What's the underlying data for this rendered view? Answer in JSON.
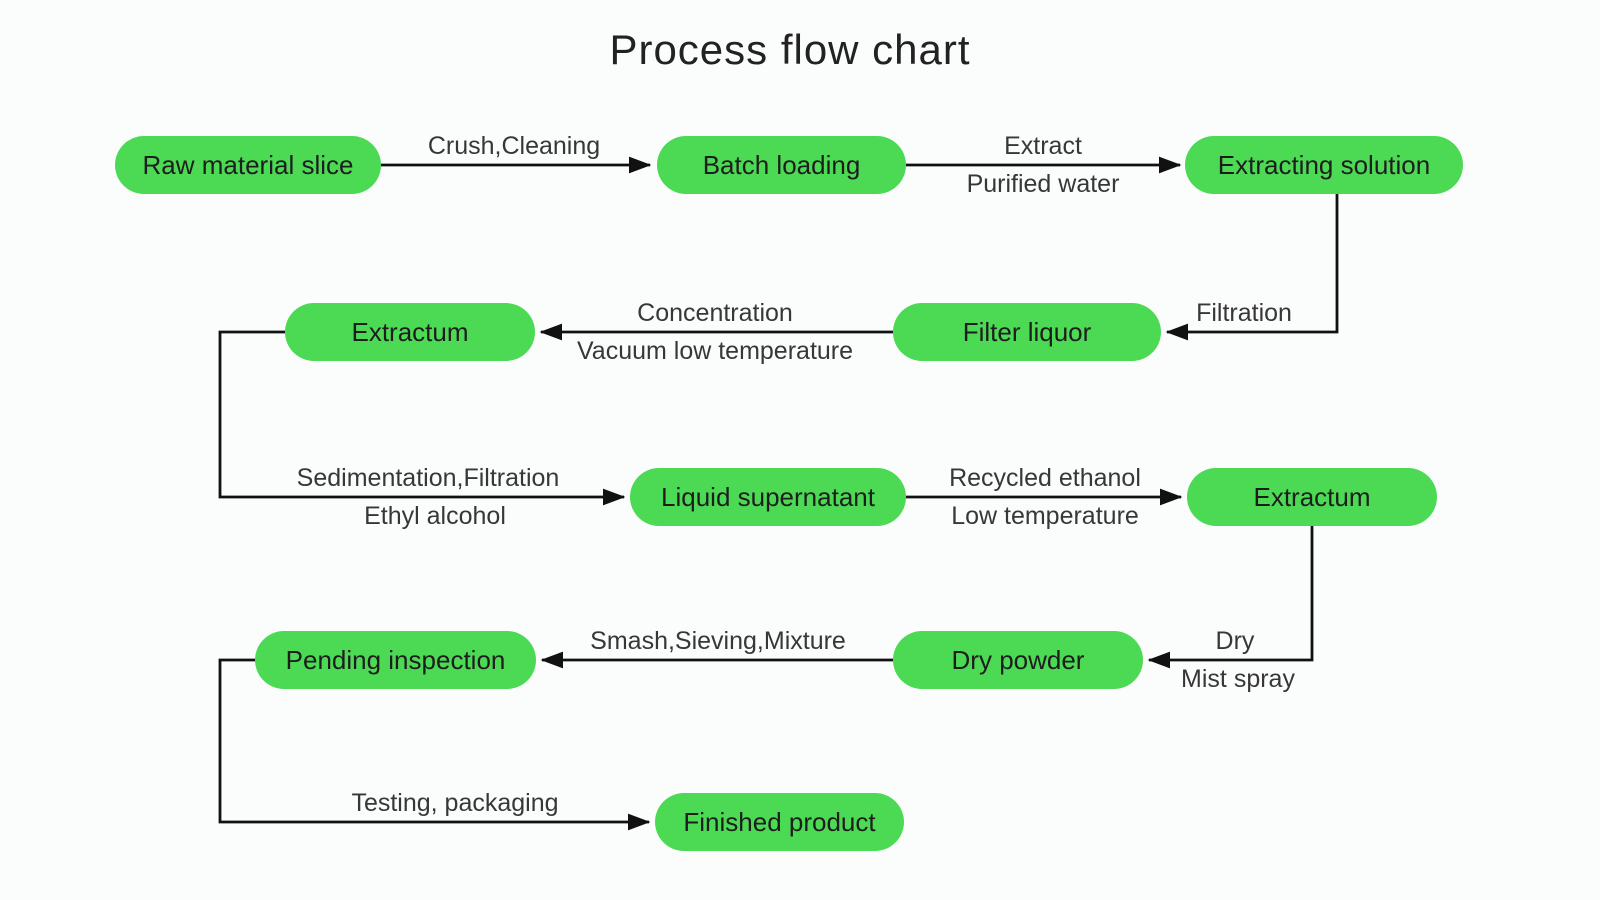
{
  "title": "Process flow chart",
  "colors": {
    "background": "#fbfdfc",
    "node_fill": "#4cda55",
    "connector": "#111111",
    "text": "#2b2b2b"
  },
  "nodes": [
    {
      "id": "raw-material-slice",
      "label": "Raw material slice"
    },
    {
      "id": "batch-loading",
      "label": "Batch loading"
    },
    {
      "id": "extracting-solution",
      "label": "Extracting solution"
    },
    {
      "id": "extractum-1",
      "label": "Extractum"
    },
    {
      "id": "filter-liquor",
      "label": "Filter liquor"
    },
    {
      "id": "liquid-supernatant",
      "label": "Liquid supernatant"
    },
    {
      "id": "extractum-2",
      "label": "Extractum"
    },
    {
      "id": "pending-inspection",
      "label": "Pending inspection"
    },
    {
      "id": "dry-powder",
      "label": "Dry powder"
    },
    {
      "id": "finished-product",
      "label": "Finished product"
    }
  ],
  "edges": [
    {
      "from": "raw-material-slice",
      "to": "batch-loading",
      "labels": [
        "Crush,Cleaning"
      ]
    },
    {
      "from": "batch-loading",
      "to": "extracting-solution",
      "labels": [
        "Extract",
        "Purified water"
      ]
    },
    {
      "from": "extracting-solution",
      "to": "filter-liquor",
      "labels": [
        "Filtration"
      ]
    },
    {
      "from": "filter-liquor",
      "to": "extractum-1",
      "labels": [
        "Concentration",
        "Vacuum low temperature"
      ]
    },
    {
      "from": "extractum-1",
      "to": "liquid-supernatant",
      "labels": [
        "Sedimentation,Filtration",
        "Ethyl alcohol"
      ]
    },
    {
      "from": "liquid-supernatant",
      "to": "extractum-2",
      "labels": [
        "Recycled ethanol",
        "Low temperature"
      ]
    },
    {
      "from": "extractum-2",
      "to": "dry-powder",
      "labels": [
        "Dry",
        "Mist spray"
      ]
    },
    {
      "from": "dry-powder",
      "to": "pending-inspection",
      "labels": [
        "Smash,Sieving,Mixture"
      ]
    },
    {
      "from": "pending-inspection",
      "to": "finished-product",
      "labels": [
        "Testing, packaging"
      ]
    }
  ]
}
